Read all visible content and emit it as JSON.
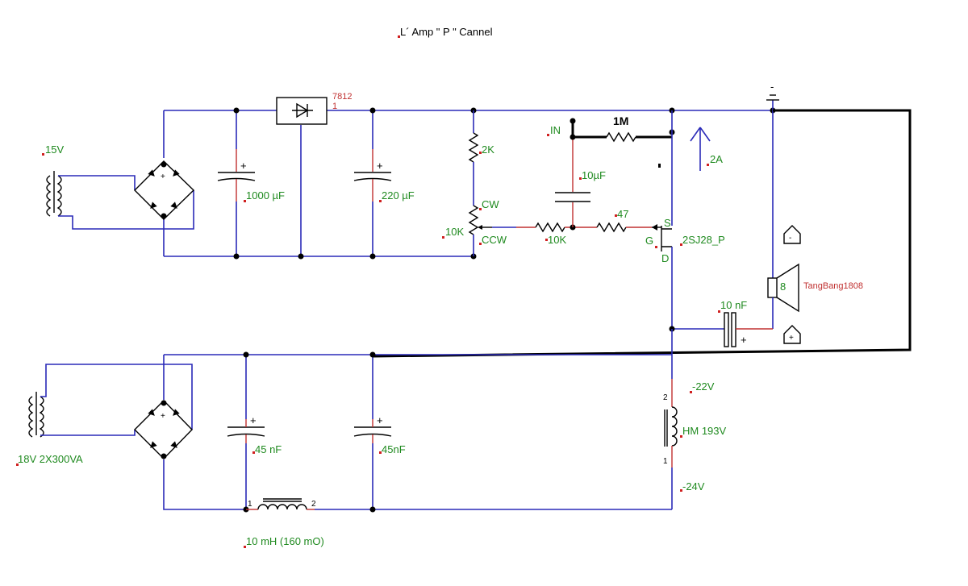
{
  "title": "L´ Amp \" P \" Cannel",
  "labels": {
    "reg": "7812",
    "reg_pin": "1",
    "t1": "15V",
    "c1": "1000 µF",
    "c2": "220 µF",
    "r2k": "2K",
    "cw": "CW",
    "pot": "10K",
    "ccw": "CCW",
    "in": "IN",
    "r1m": "1M",
    "c10u": "10µF",
    "r10k": "10K",
    "r47": "47",
    "s": "S",
    "g": "G",
    "d": "D",
    "mosfet": "2SJ28_P",
    "meter": "2A",
    "spk_imp": "8",
    "spk": "TangBang1808",
    "cout": "10 nF",
    "t2": "18V 2X300VA",
    "c45a": "45 nF",
    "c45b": "45nF",
    "v22": "-22V",
    "choke": "HM 193V",
    "v24": "-24V",
    "choke_pin2": "2",
    "choke_pin1": "1",
    "ind": "10 mH (160 mO)",
    "ind_pin1": "1",
    "ind_pin2": "2",
    "gnd": "-",
    "plus": "+"
  }
}
